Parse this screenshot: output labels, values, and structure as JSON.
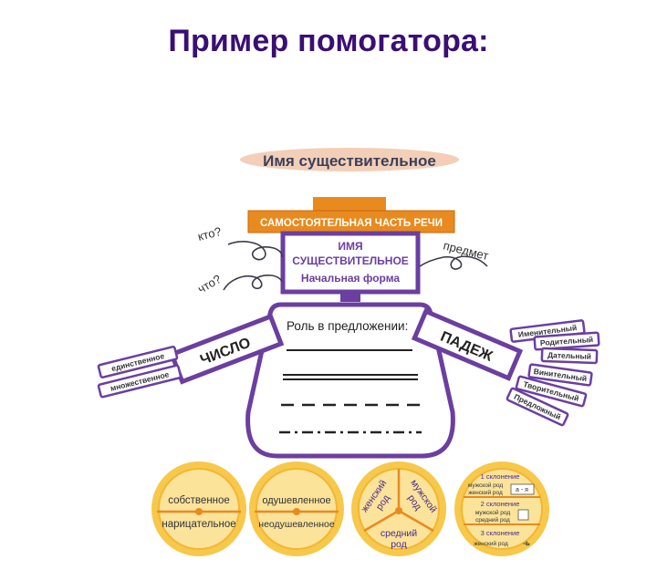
{
  "page_title": "Пример помогатора:",
  "poster_title": "Имя существительное",
  "top_banner": "САМОСТОЯТЕЛЬНАЯ ЧАСТЬ РЕЧИ",
  "head": {
    "line1": "ИМЯ",
    "line2": "СУЩЕСТВИТЕЛЬНОЕ",
    "line3": "Начальная форма"
  },
  "questions": {
    "who": "кто?",
    "what": "что?",
    "subject": "предмет"
  },
  "body": {
    "role_label": "Роль в предложении:"
  },
  "left_arm": {
    "label": "ЧИСЛО",
    "items": [
      "единственное",
      "множественное"
    ]
  },
  "right_arm": {
    "label": "ПАДЕЖ",
    "items": [
      "Именительный",
      "Родительный",
      "Дательный",
      "Винительный",
      "Творительный",
      "Предложный"
    ]
  },
  "circles": {
    "c1": {
      "top": "собственное",
      "bottom": "нарицательное"
    },
    "c2": {
      "top": "одушевленное",
      "bottom": "неодушевленное"
    },
    "c3": {
      "left1": "женский",
      "left2": "род",
      "right1": "мужской",
      "right2": "род",
      "bottom1": "средний",
      "bottom2": "род"
    },
    "c4": {
      "d1": "1 склонение",
      "d1a": "мужской род",
      "d1b": "женский род",
      "d1box": "а - я",
      "d2": "2 склонение",
      "d2a": "мужской род",
      "d2b": "средний род",
      "d3": "3 склонение",
      "d3a": "женский род",
      "d3end": "-ь"
    }
  },
  "colors": {
    "title": "#3a0f73",
    "purple": "#6b3fa0",
    "orange": "#e98a1f",
    "gold": "#f7c84a",
    "peach": "#f3cfb8"
  }
}
